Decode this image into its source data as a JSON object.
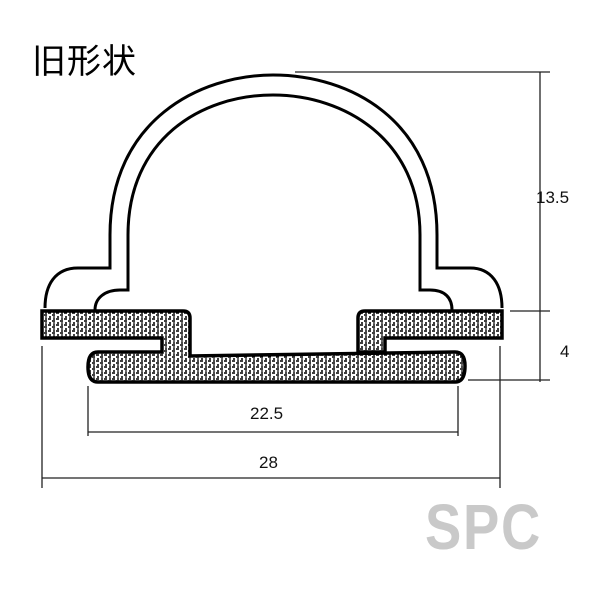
{
  "title": "旧形状",
  "dimensions": {
    "height_upper": "13.5",
    "height_lower": "4",
    "inner_width": "22.5",
    "outer_width": "28"
  },
  "watermark": "SPC"
}
